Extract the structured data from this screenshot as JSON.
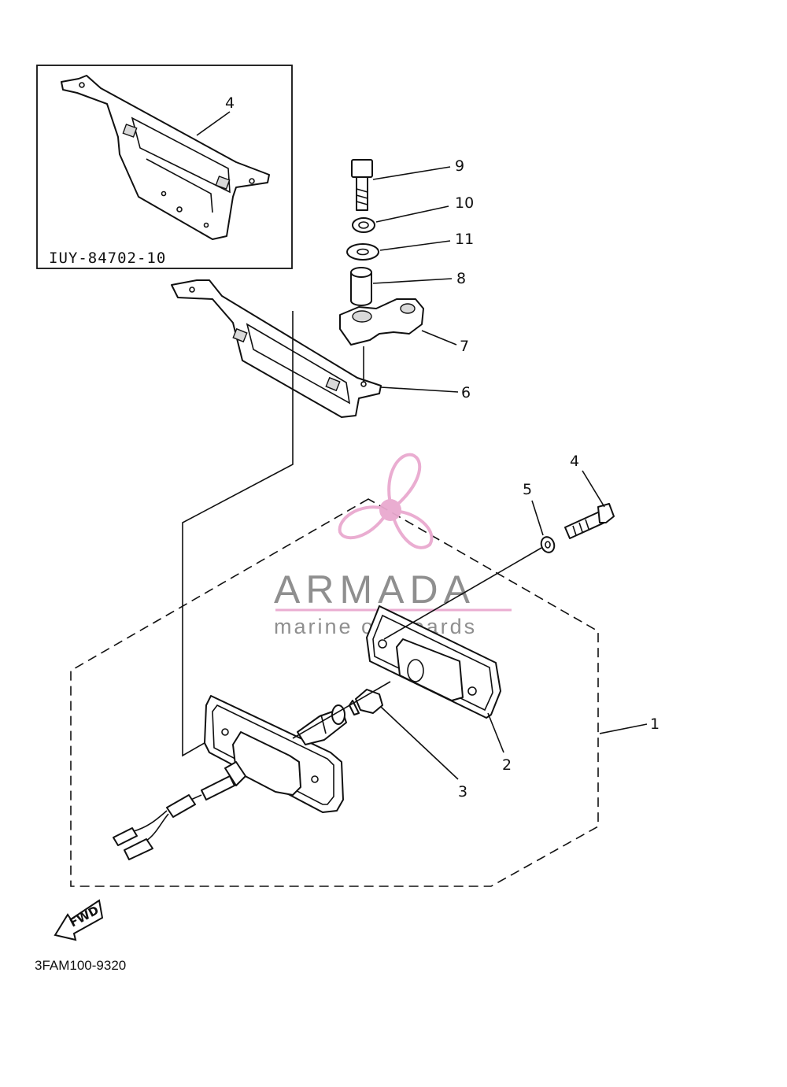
{
  "inset": {
    "part_code": "IUY-84702-10"
  },
  "callouts": {
    "c1": "1",
    "c2": "2",
    "c3": "3",
    "c4": "4",
    "c4b": "4",
    "c5": "5",
    "c6": "6",
    "c7": "7",
    "c8": "8",
    "c9": "9",
    "c10": "10",
    "c11": "11"
  },
  "fwd_label": "FWD",
  "drawing_code": "3FAM100-9320",
  "watermark": {
    "brand": "ARMADA",
    "tagline": "marine outboards"
  },
  "colors": {
    "ink": "#111111",
    "watermark_gray": "#8a8a8a",
    "watermark_pink": "#e9a9cf"
  }
}
